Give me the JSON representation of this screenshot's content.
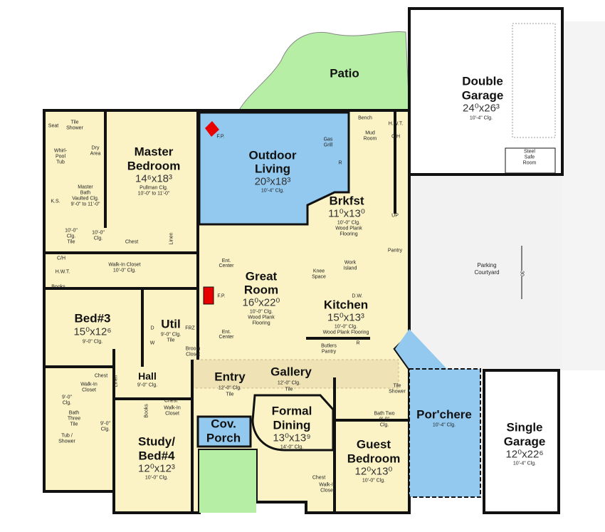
{
  "colors": {
    "house": "#fbf3c6",
    "outdoor": "#93c9ef",
    "patio": "#b6eea6",
    "fireplace": "#e80000",
    "wall": "#111111",
    "courtyard": "#f2f2f2"
  },
  "patio": {
    "name": "Patio"
  },
  "double_garage": {
    "line1": "Double",
    "line2": "Garage",
    "dims": "24⁰x26³",
    "ceiling": "10'-4\" Clg.",
    "safe_room": [
      "Steel",
      "Safe",
      "Room"
    ]
  },
  "master_bedroom": {
    "line1": "Master",
    "line2": "Bedroom",
    "dims": "14⁶x18³",
    "ceiling1": "Pullman Clg.",
    "ceiling2": "10'-0\" to 11'-0\""
  },
  "master_bath": {
    "seat": "Seat",
    "tile_shower": [
      "Tile",
      "Shower"
    ],
    "tub": [
      "Whirl-",
      "Pool",
      "Tub"
    ],
    "dry_area": [
      "Dry",
      "Area"
    ],
    "ks": "K.S.",
    "label": [
      "Master",
      "Bath",
      "Vaulted Clg.",
      "9'-0\" to 11'-0\""
    ],
    "wc": [
      "10'-0\"",
      "Clg.",
      "Tile"
    ],
    "closet_entry": [
      "10'-0\"",
      "Clg."
    ]
  },
  "master_closet": {
    "chest": "Chest",
    "linen": "Linen",
    "name": "Walk-In Closet",
    "ceiling": "10'-0\" Clg."
  },
  "mech1": {
    "ch": "C/H",
    "hwt": "H.W.T.",
    "books": "Books"
  },
  "outdoor_living": {
    "line1": "Outdoor",
    "line2": "Living",
    "dims": "20³x18³",
    "ceiling": "10'-4\" Clg.",
    "fp": "F.P.",
    "gas_grill": [
      "Gas",
      "Grill"
    ],
    "r": "R"
  },
  "mud_room": {
    "bench": "Bench",
    "name": [
      "Mud",
      "Room"
    ],
    "hwt": "H.W.T.",
    "ch": "C/H"
  },
  "breakfast": {
    "name": "Brkfst",
    "dims": "11⁰x13⁰",
    "ceiling": "10'-0\" Clg.",
    "floor": [
      "Wood Plank",
      "Flooring"
    ]
  },
  "stairs": {
    "up": "UP",
    "pantry": "Pantry"
  },
  "great_room": {
    "line1": "Great",
    "line2": "Room",
    "dims": "16⁰x22⁰",
    "ceiling": "10'-0\" Clg.",
    "floor": [
      "Wood Plank",
      "Flooring"
    ],
    "fp": "F.P.",
    "ent_center": "Ent. Center"
  },
  "kitchen": {
    "name": "Kitchen",
    "dims": "15⁰x13³",
    "ceiling": "10'-0\" Clg.",
    "floor": "Wood Plank Flooring",
    "knee_space": [
      "Knee",
      "Space"
    ],
    "work_island": [
      "Work",
      "Island"
    ],
    "dw": "D.W.",
    "butlers": [
      "Butlers",
      "Pantry"
    ],
    "r": "R"
  },
  "bed3": {
    "name": "Bed#3",
    "dims": "15⁰x12⁶",
    "ceiling": "9'-0\" Clg."
  },
  "util": {
    "name": "Util",
    "ceiling": "9'-0\" Clg.",
    "floor": "Tile",
    "d": "D",
    "w": "W",
    "frz": "FRZ",
    "broom": [
      "Broom",
      "Closet"
    ]
  },
  "hall": {
    "name": "Hall",
    "ceiling": "9'-0\" Clg."
  },
  "bath3": {
    "chest": "Chest",
    "closet": [
      "Walk-In",
      "Closet"
    ],
    "linen": "Linen",
    "clg": [
      "9'-0\"",
      "Clg."
    ],
    "name": [
      "Bath",
      "Three",
      "Tile"
    ],
    "tub": [
      "Tub /",
      "Shower"
    ],
    "clg2": [
      "9'-0\"",
      "Clg."
    ]
  },
  "study": {
    "line1": "Study/",
    "line2": "Bed#4",
    "dims": "12⁰x12³",
    "ceiling": "10'-0\" Clg.",
    "books": "Books",
    "chest": "Chest",
    "closet": [
      "Walk-In",
      "Closet"
    ]
  },
  "entry": {
    "name": "Entry",
    "ceiling": "12'-0\" Clg.",
    "floor": "Tile"
  },
  "gallery": {
    "name": "Gallery",
    "ceiling": "12'-0\" Clg.",
    "floor": "Tile"
  },
  "cov_porch": {
    "line1": "Cov.",
    "line2": "Porch"
  },
  "formal_dining": {
    "line1": "Formal",
    "line2": "Dining",
    "dims": "13⁰x13⁹",
    "ceiling": "14'-0\" Clg."
  },
  "guest_bedroom": {
    "line1": "Guest",
    "line2": "Bedroom",
    "dims": "12⁰x13⁰",
    "ceiling": "10'-0\" Clg.",
    "chest": "Chest",
    "closet": [
      "Walk-In",
      "Closet"
    ],
    "tile_shower": [
      "Tile",
      "Shower"
    ],
    "bath": "Bath Two",
    "bath_clg": [
      "9'-0\"",
      "Clg."
    ]
  },
  "porchere": {
    "name": "Por'chere",
    "ceiling": "10'-4\" Clg."
  },
  "single_garage": {
    "line1": "Single",
    "line2": "Garage",
    "dims": "12⁰x22⁶",
    "ceiling": "10'-4\" Clg."
  },
  "courtyard": {
    "name": [
      "Parking",
      "Courtyard"
    ],
    "dimension": "30"
  }
}
